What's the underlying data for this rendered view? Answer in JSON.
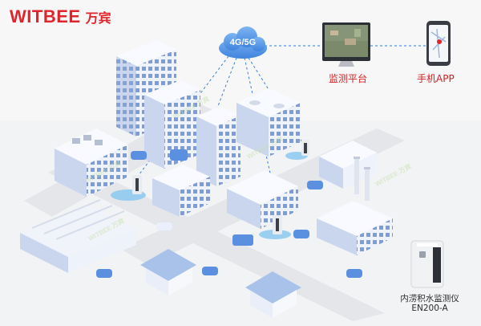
{
  "brand": {
    "name_en": "WITBEE",
    "name_cn": "万宾"
  },
  "network": {
    "label": "4G/5G"
  },
  "platform": {
    "label": "监测平台"
  },
  "mobile_app": {
    "label": "手机APP"
  },
  "device": {
    "name": "内涝积水监测仪",
    "model": "EN200-A"
  },
  "watermark": {
    "text": "WITBEE 万宾"
  },
  "colors": {
    "brand_red": "#e0242b",
    "label_red": "#d62020",
    "link_blue": "#3b7dd8",
    "building": "#eef2fa",
    "building_side": "#c9d6ee",
    "window": "#6f93d6",
    "water": "#8cc8f0",
    "car": "#5b8fe0",
    "cloud": "#5b9be8"
  },
  "icons": [
    "cloud-icon",
    "monitor-icon",
    "phone-icon",
    "sensor-device-icon"
  ]
}
